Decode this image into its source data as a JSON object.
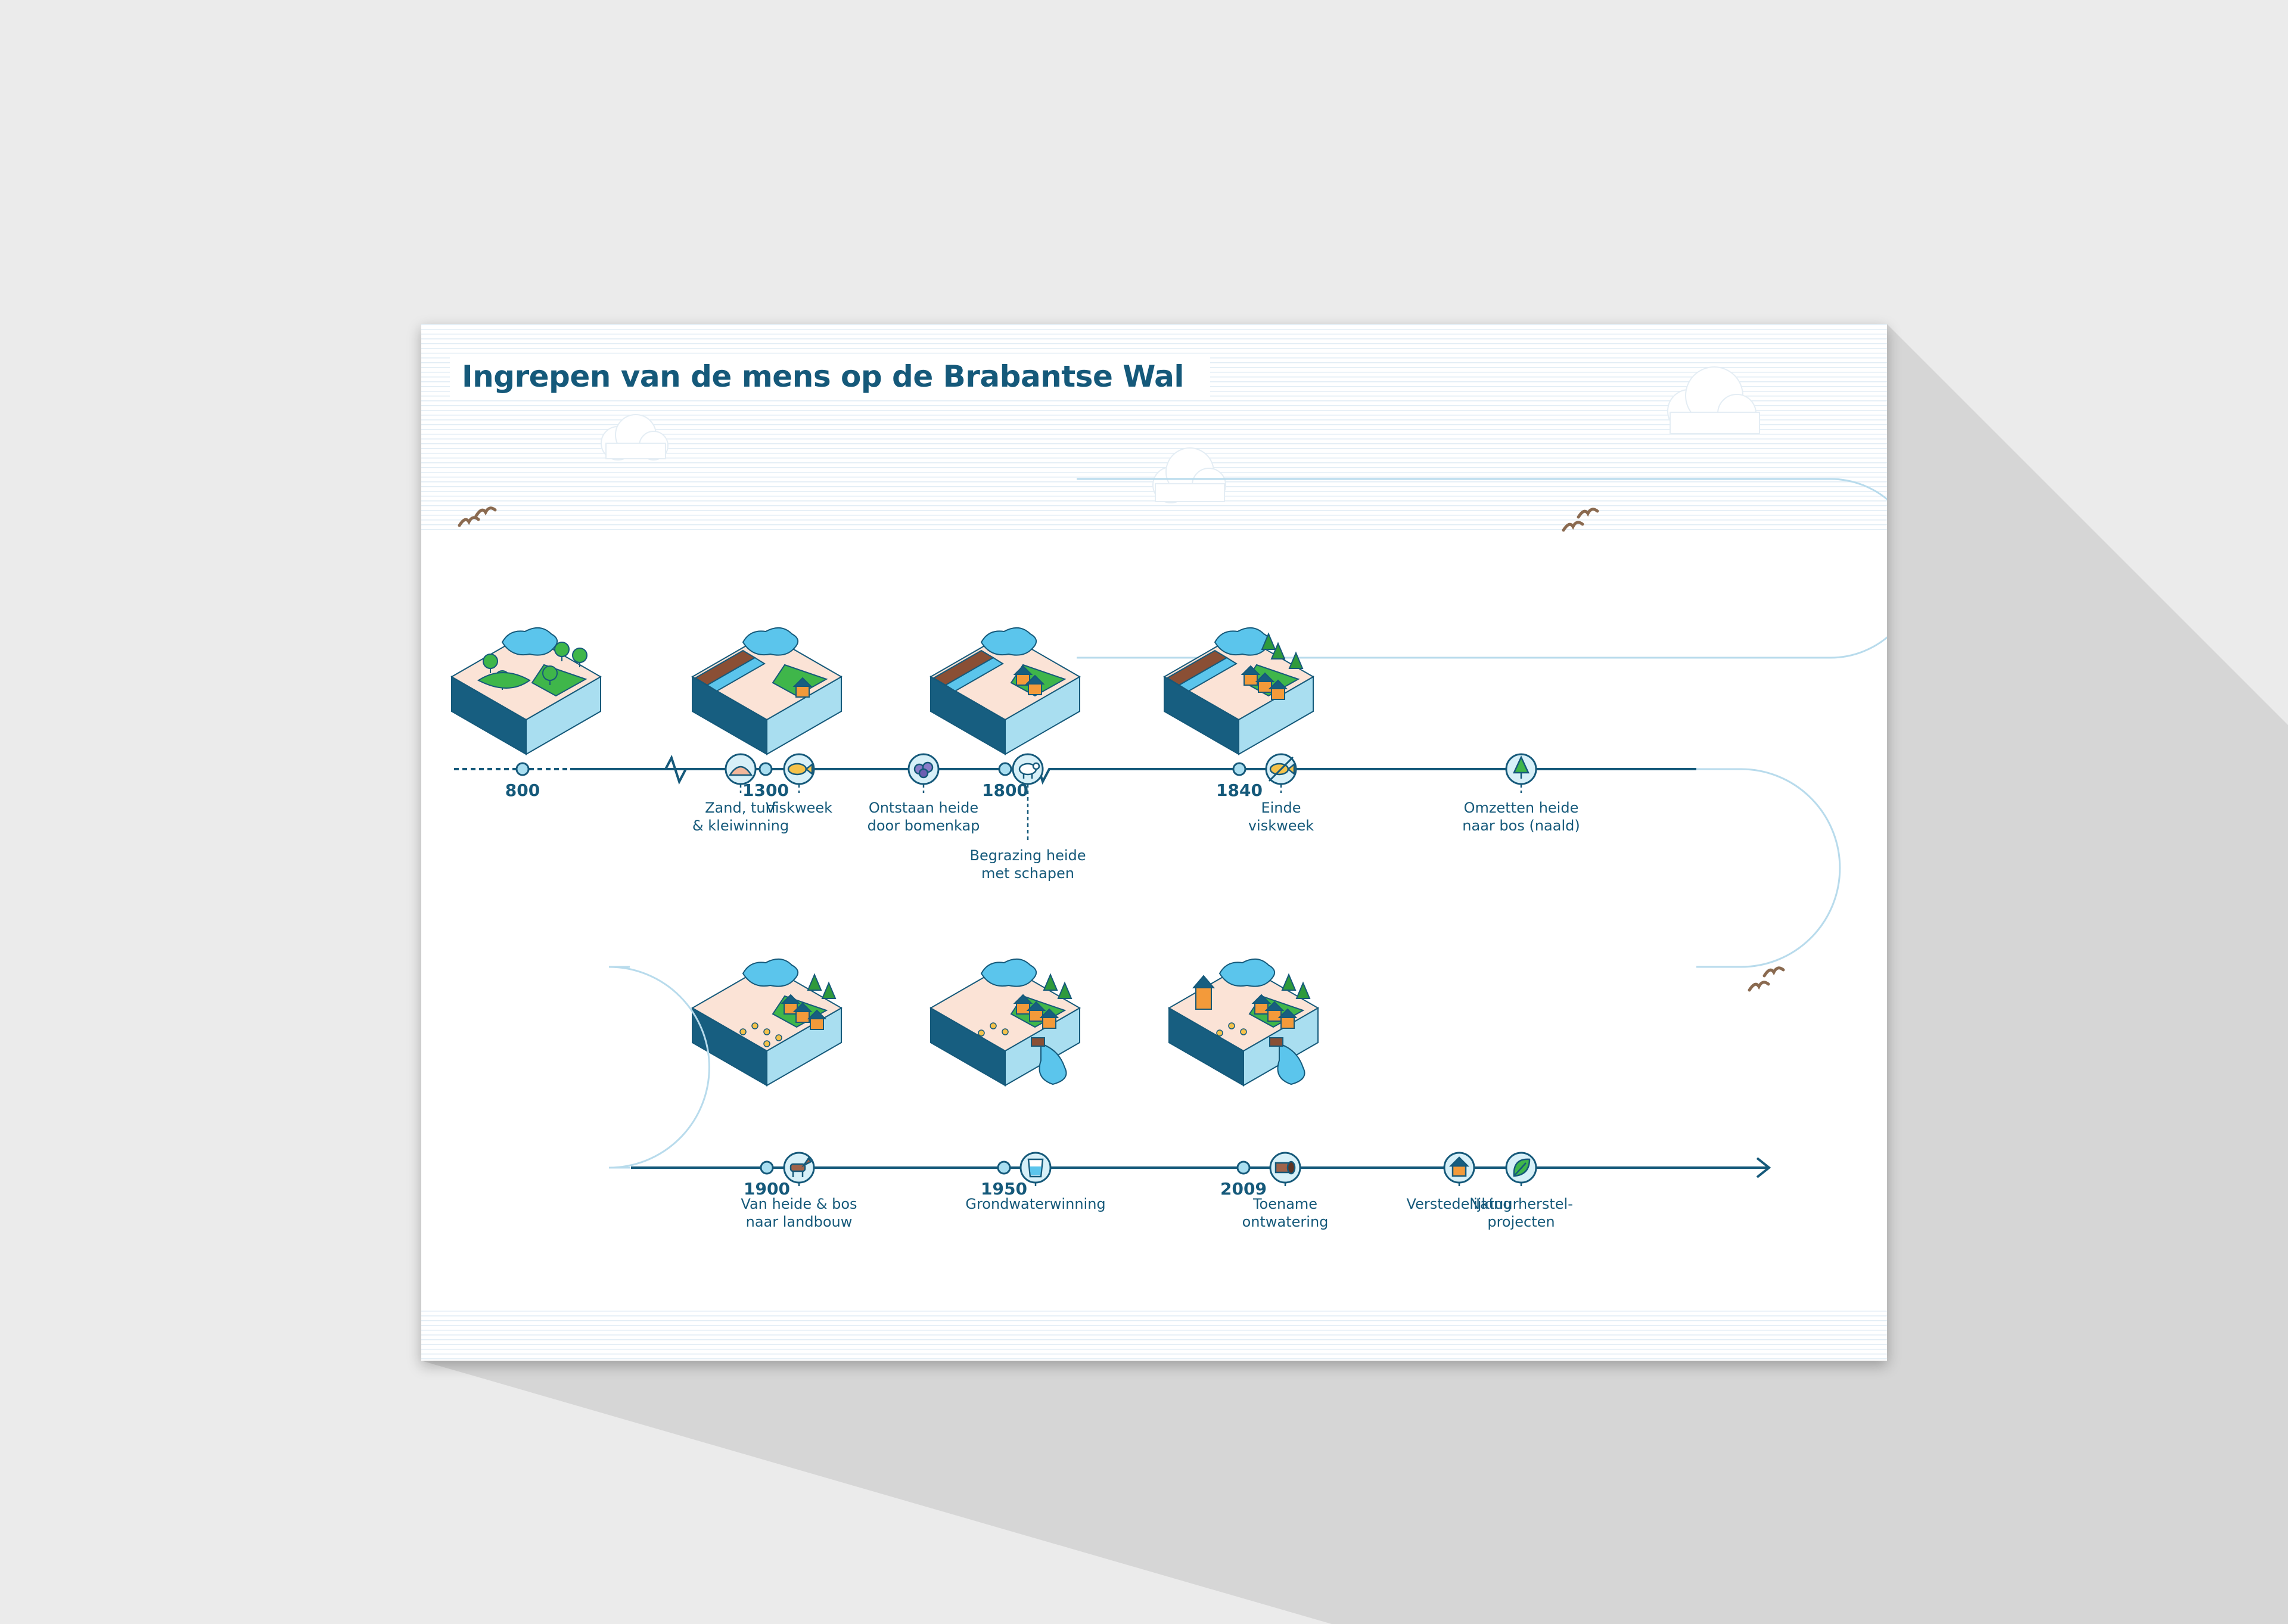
{
  "title": "Ingrepen van de mens op de Brabantse Wal",
  "colors": {
    "line": "#15597a",
    "water": "#5bc5ec",
    "grass": "#3fb64a",
    "sand": "#fbe3d6",
    "side_dark": "#175e80",
    "side_light": "#a9def0",
    "house": "#f39a3a",
    "dike": "#8a4f35"
  },
  "years": [
    "800",
    "1300",
    "1800",
    "1840",
    "1900",
    "1950",
    "2009"
  ],
  "events": [
    {
      "label": [
        "Zand, turf",
        "& kleiwinning"
      ],
      "icon": "sand-pile-icon"
    },
    {
      "label": [
        "Viskweek"
      ],
      "icon": "fish-icon"
    },
    {
      "label": [
        "Ontstaan heide",
        "door bomenkap"
      ],
      "icon": "heather-icon"
    },
    {
      "label": [
        "Begrazing heide",
        "met schapen"
      ],
      "icon": "sheep-icon"
    },
    {
      "label": [
        "Einde",
        "viskweek"
      ],
      "icon": "no-fish-icon"
    },
    {
      "label": [
        "Omzetten heide",
        "naar bos (naald)"
      ],
      "icon": "pine-tree-icon"
    },
    {
      "label": [
        "Van heide & bos",
        "naar landbouw"
      ],
      "icon": "horse-icon"
    },
    {
      "label": [
        "Grondwaterwinning"
      ],
      "icon": "water-glass-icon"
    },
    {
      "label": [
        "Toename",
        "ontwatering"
      ],
      "icon": "drain-pipe-icon"
    },
    {
      "label": [
        "Verstedelijking"
      ],
      "icon": "house-icon"
    },
    {
      "label": [
        "Natuurherstel-",
        "projecten"
      ],
      "icon": "leaf-icon"
    }
  ]
}
